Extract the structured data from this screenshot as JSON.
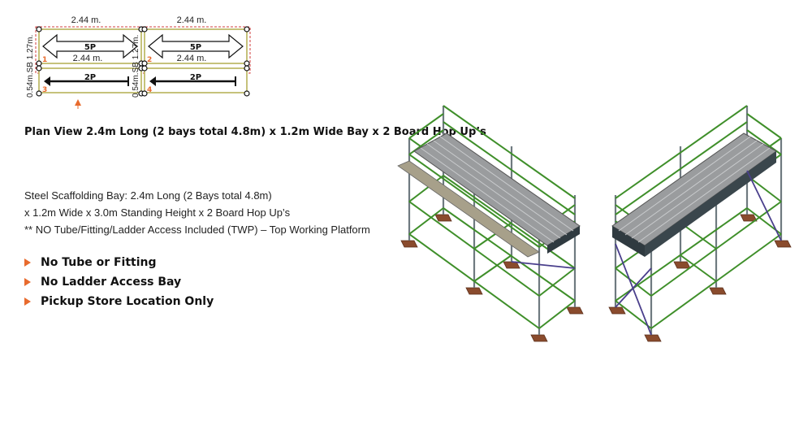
{
  "plan": {
    "top_dims": [
      "2.44 m.",
      "2.44 m."
    ],
    "inner_dims": [
      "2.44 m.",
      "2.44 m."
    ],
    "side_dim_outer": "0.54m.SB 1.27m.",
    "side_dim_inner": "0.54m.SB 1.27m.",
    "bays": [
      {
        "label": "5P",
        "number": "1"
      },
      {
        "label": "5P",
        "number": "2"
      },
      {
        "label": "2P",
        "number": "3"
      },
      {
        "label": "2P",
        "number": "4"
      }
    ],
    "caption": "Plan View 2.4m Long (2 bays total 4.8m) x 1.2m Wide Bay x 2 Board Hop Up’s"
  },
  "description": [
    "Steel Scaffolding Bay: 2.4m Long (2 Bays total 4.8m)",
    "x 1.2m Wide x 3.0m Standing Height x 2 Board Hop Up’s",
    "** NO Tube/Fitting/Ladder Access Included (TWP) – Top Working Platform"
  ],
  "features": [
    "No Tube or Fitting",
    "No Ladder Access Bay",
    "Pickup Store Location Only"
  ],
  "colors": {
    "accent": "#e86b2e",
    "frame_green": "#3f8f2a",
    "standard_gray": "#6f7a80",
    "brace_purple": "#4a3f8c",
    "deck_gray": "#9a9c9e",
    "base_brown": "#8a4b2d",
    "plan_red": "#d23c3c",
    "plan_olive": "#b7b35a"
  }
}
